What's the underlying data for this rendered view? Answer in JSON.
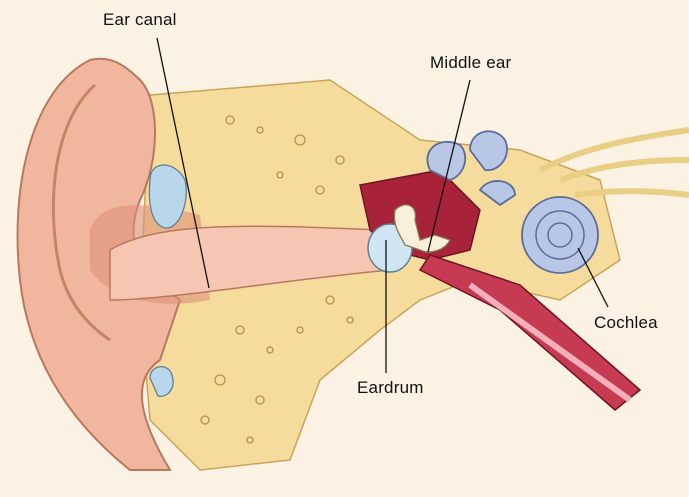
{
  "labels": {
    "ear_canal": "Ear canal",
    "middle_ear": "Middle ear",
    "cochlea": "Cochlea",
    "eardrum": "Eardrum"
  },
  "colors": {
    "background": "#fbf2e4",
    "skin": "#f1b79e",
    "skin_shadow": "#e0917a",
    "bone": "#f6dc9c",
    "cavity": "#a8223a",
    "inner_ear": "#b9c7e6",
    "eardrum": "#cfe6f2",
    "nerve": "#f3e3a8"
  }
}
